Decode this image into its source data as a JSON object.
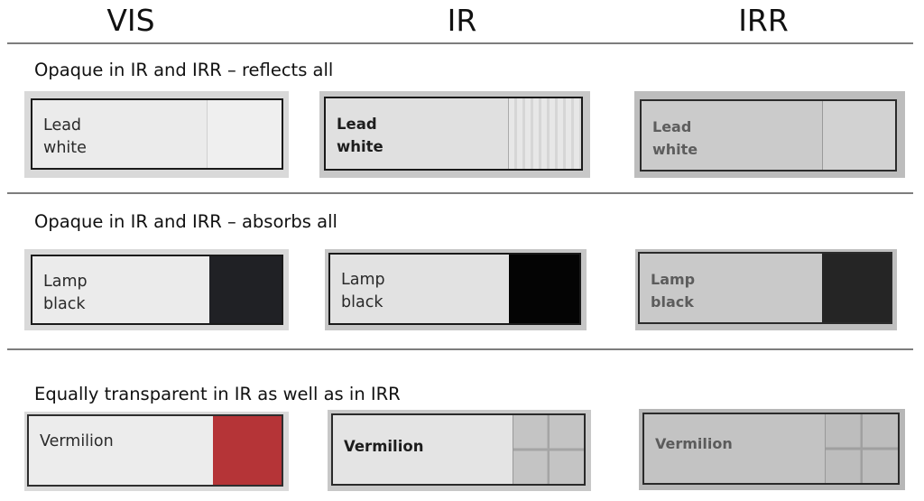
{
  "columns": [
    "VIS",
    "IR",
    "IRR"
  ],
  "sections": [
    {
      "title": "Opaque in IR and IRR – reflects all",
      "samples": [
        {
          "label": "Lead\nwhite",
          "swatch_color": "#ececec"
        },
        {
          "label": "Lead\nwhite",
          "swatch_color": "#dcdcdc"
        },
        {
          "label": "Lead\nwhite",
          "swatch_color": "#cfcfcf"
        }
      ]
    },
    {
      "title": "Opaque in IR and IRR – absorbs all",
      "samples": [
        {
          "label": "Lamp\nblack",
          "swatch_color": "#202125"
        },
        {
          "label": "Lamp\nblack",
          "swatch_color": "#040404"
        },
        {
          "label": "Lamp\nblack",
          "swatch_color": "#252525"
        }
      ]
    },
    {
      "title": "Equally transparent in IR as well as in IRR",
      "samples": [
        {
          "label": "Vermilion",
          "swatch_color": "#b53437"
        },
        {
          "label": "Vermilion",
          "swatch_color": "#c4c4c4"
        },
        {
          "label": "Vermilion",
          "swatch_color": "#bdbdbd"
        }
      ]
    }
  ],
  "colors": {
    "vis_background": "#dcdcdc",
    "ir_background": "#c9c9c9",
    "irr_background": "#c3c3c3",
    "vis_card": "#ebebeb",
    "ir_card": "#e2e2e2",
    "irr_card": "#cbcbcb"
  }
}
